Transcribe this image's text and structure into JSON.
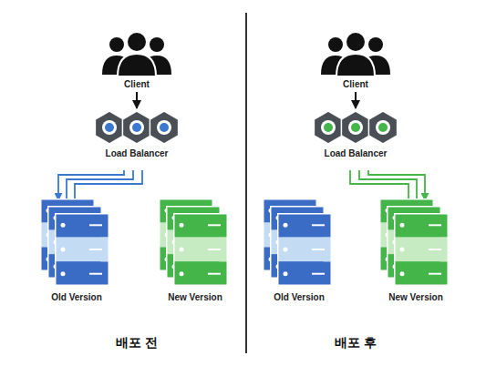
{
  "diagram": {
    "nodes": [
      {
        "text": [
          "Client"
        ]
      },
      {
        "text": [
          "Load Balancer"
        ]
      },
      {
        "text": [
          "Old Version"
        ]
      },
      {
        "text": [
          "New Version"
        ]
      },
      {
        "text": [
          "Client"
        ]
      },
      {
        "text": [
          "Load Balancer"
        ]
      },
      {
        "text": [
          "Old Version"
        ]
      },
      {
        "text": [
          "New Version"
        ]
      }
    ],
    "edges": [
      {
        "from": 0,
        "to": 1,
        "arrow": "to"
      },
      {
        "from": 1,
        "to": 2,
        "arrow": "to"
      },
      {
        "from": 4,
        "to": 5,
        "arrow": "to"
      },
      {
        "from": 5,
        "to": 7,
        "arrow": "to"
      }
    ],
    "labels": [
      "배포 전",
      "배포 후"
    ]
  }
}
